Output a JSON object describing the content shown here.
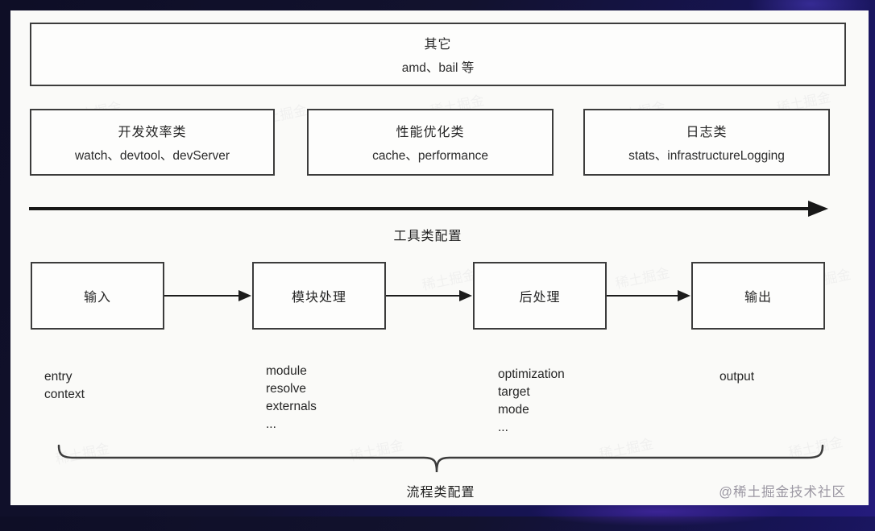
{
  "slide": {
    "other_box": {
      "title": "其它",
      "subtitle": "amd、bail 等"
    },
    "tool_boxes": [
      {
        "title": "开发效率类",
        "subtitle": "watch、devtool、devServer"
      },
      {
        "title": "性能优化类",
        "subtitle": "cache、performance"
      },
      {
        "title": "日志类",
        "subtitle": "stats、infrastructureLogging"
      }
    ],
    "tool_axis_label": "工具类配置",
    "flow_steps": [
      {
        "label": "输入",
        "options": [
          "entry",
          "context"
        ]
      },
      {
        "label": "模块处理",
        "options": [
          "module",
          "resolve",
          "externals",
          "..."
        ]
      },
      {
        "label": "后处理",
        "options": [
          "optimization",
          "target",
          "mode",
          "..."
        ]
      },
      {
        "label": "输出",
        "options": [
          "output"
        ]
      }
    ],
    "flow_axis_label": "流程类配置",
    "corner_watermark": "@稀土掘金技术社区",
    "faint_watermark": "稀土掘金"
  },
  "colors": {
    "frame_dark": "#12122e",
    "frame_purple": "#241b7c",
    "slide_bg": "#fafaf8",
    "box_border": "#3c3c3c",
    "text": "#262626",
    "arrow": "#181818",
    "watermark_gray": "#9b97a2"
  }
}
